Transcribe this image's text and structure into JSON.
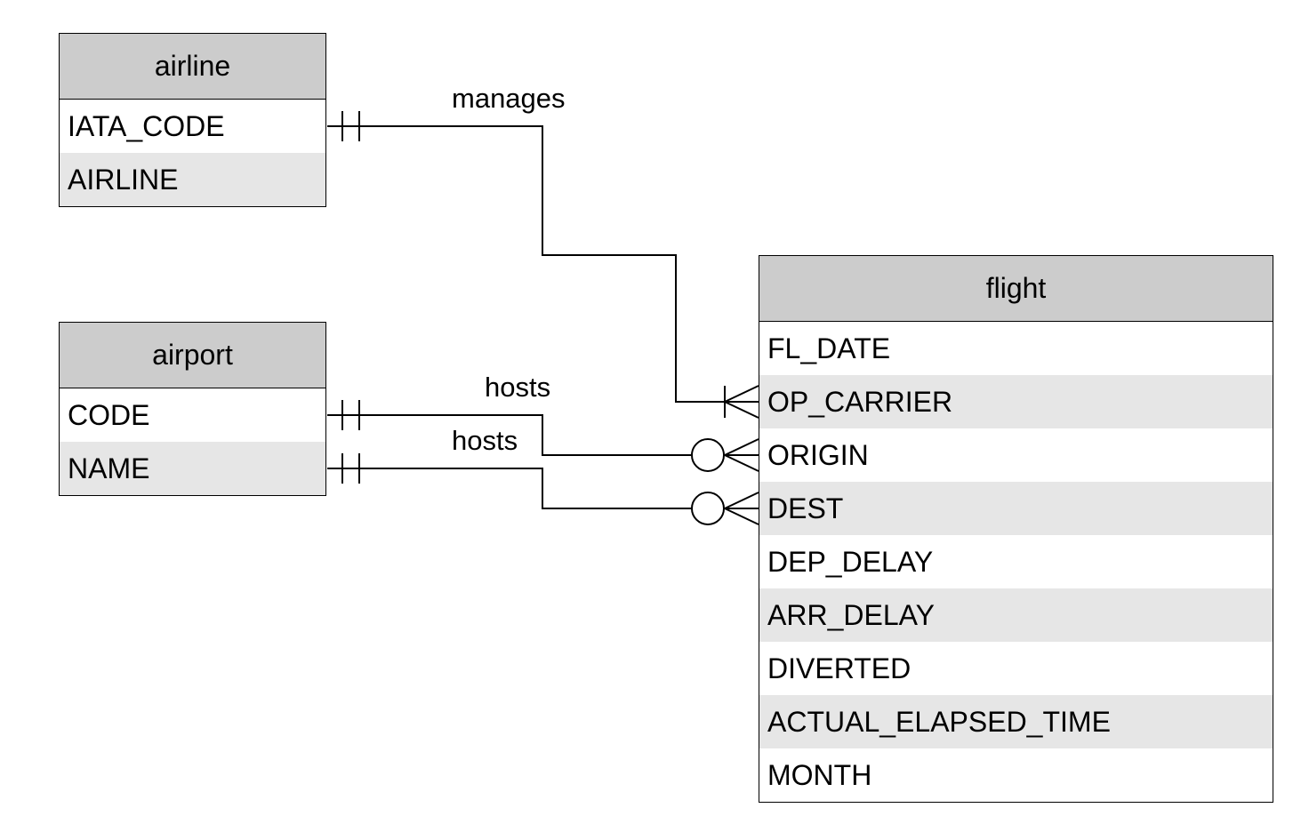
{
  "entities": {
    "airline": {
      "title": "airline",
      "attributes": [
        "IATA_CODE",
        "AIRLINE"
      ]
    },
    "airport": {
      "title": "airport",
      "attributes": [
        "CODE",
        "NAME"
      ]
    },
    "flight": {
      "title": "flight",
      "attributes": [
        "FL_DATE",
        "OP_CARRIER",
        "ORIGIN",
        "DEST",
        "DEP_DELAY",
        "ARR_DELAY",
        "DIVERTED",
        "ACTUAL_ELAPSED_TIME",
        "MONTH"
      ]
    }
  },
  "relationships": [
    {
      "label": "manages",
      "from": "airline.IATA_CODE",
      "to": "flight.OP_CARRIER",
      "from_cardinality": "one-and-only-one",
      "to_cardinality": "one-or-many"
    },
    {
      "label": "hosts",
      "from": "airport.CODE",
      "to": "flight.ORIGIN",
      "from_cardinality": "one-and-only-one",
      "to_cardinality": "zero-or-many"
    },
    {
      "label": "hosts",
      "from": "airport.NAME",
      "to": "flight.DEST",
      "from_cardinality": "one-and-only-one",
      "to_cardinality": "zero-or-many"
    }
  ],
  "colors": {
    "header_fill": "#cccccc",
    "alt_row_fill": "#e6e6e6",
    "line": "#000000"
  }
}
